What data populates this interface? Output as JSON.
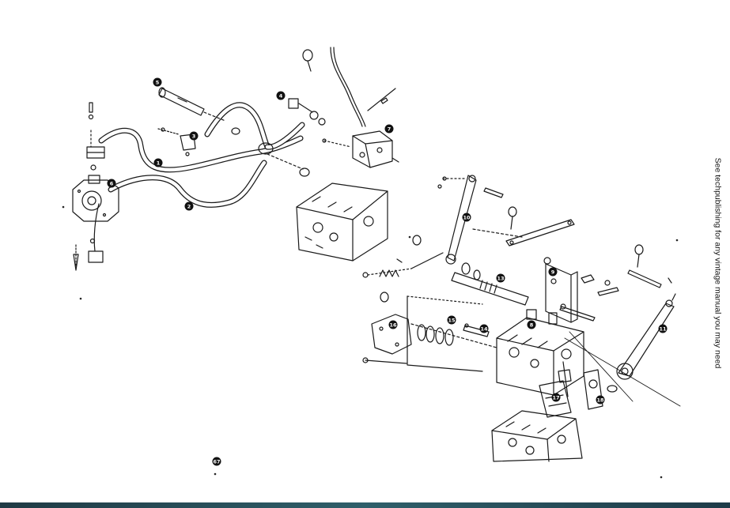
{
  "side_note": "See techpublishing for any vintage manual you may need",
  "page_number": "67",
  "callouts": [
    {
      "id": "c1",
      "label": "1"
    },
    {
      "id": "c2",
      "label": "2"
    },
    {
      "id": "c3",
      "label": "3"
    },
    {
      "id": "c4",
      "label": "4"
    },
    {
      "id": "c5",
      "label": "5"
    },
    {
      "id": "c6",
      "label": "6"
    },
    {
      "id": "c7",
      "label": "7"
    },
    {
      "id": "c8",
      "label": "8"
    },
    {
      "id": "c9",
      "label": "9"
    },
    {
      "id": "c10",
      "label": "10"
    },
    {
      "id": "c11",
      "label": "11"
    },
    {
      "id": "c13",
      "label": "13"
    },
    {
      "id": "c14",
      "label": "14"
    },
    {
      "id": "c15",
      "label": "15"
    },
    {
      "id": "c16",
      "label": "16"
    },
    {
      "id": "c17",
      "label": "17"
    },
    {
      "id": "c18",
      "label": "18"
    }
  ],
  "colors": {
    "ink": "#1a1a1a",
    "paper": "#ffffff",
    "bar": "#2f5f6a"
  }
}
